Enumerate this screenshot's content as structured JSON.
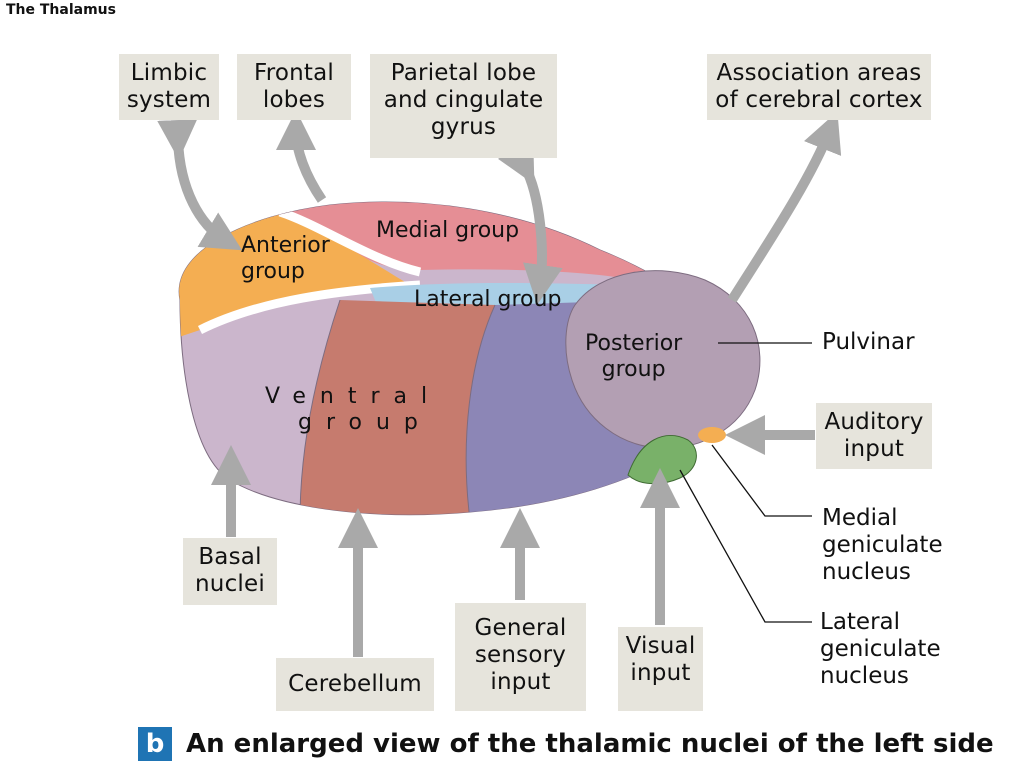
{
  "page_title": "The Thalamus",
  "boxes": {
    "limbic": "Limbic\nsystem",
    "frontal": "Frontal\nlobes",
    "parietal": "Parietal lobe\nand cingulate\ngyrus",
    "association": "Association areas\nof cerebral cortex",
    "auditory": "Auditory\ninput",
    "basal": "Basal\nnuclei",
    "cerebellum": "Cerebellum",
    "general_sensory": "General\nsensory\ninput",
    "visual": "Visual\ninput"
  },
  "regions": {
    "anterior": "Anterior\ngroup",
    "medial": "Medial group",
    "lateral": "Lateral group",
    "posterior": "Posterior\ngroup",
    "ventral_line1": "Ventral",
    "ventral_line2": "group"
  },
  "callouts": {
    "pulvinar": "Pulvinar",
    "medial_geniculate": "Medial\ngeniculate\nnucleus",
    "lateral_geniculate": "Lateral\ngeniculate\nnucleus"
  },
  "caption": {
    "letter": "b",
    "text": "An enlarged view of the thalamic nuclei of the left side"
  },
  "colors": {
    "arrow": "#a9a9a9",
    "box_bg": "#e6e4dc",
    "medial_group": "#e58e95",
    "anterior_group": "#f4ae52",
    "lateral_group": "#a9cfe6",
    "ventral_anterior": "#cbb6cc",
    "ventral_middle": "#c67b6e",
    "ventral_posterior": "#8c86b6",
    "posterior_group": "#b39fb3",
    "lateral_geniculate": "#79b169",
    "caption_badge": "#1f74b4"
  }
}
